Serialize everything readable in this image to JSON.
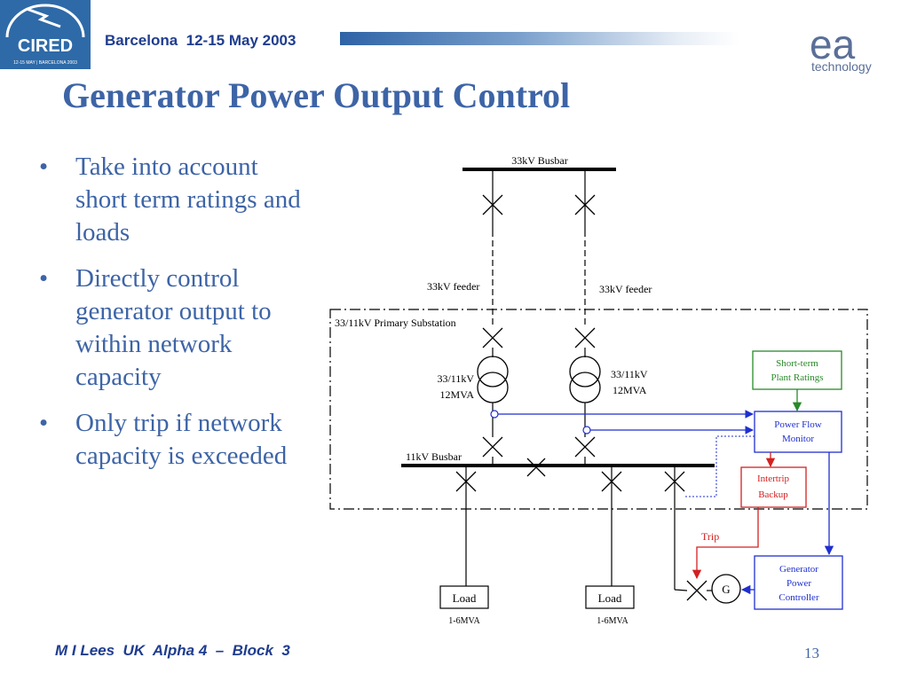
{
  "header": {
    "logo_text": "CIRED",
    "logo_subtext": "12-15 MAY | BARCELONA 2003",
    "event": "Barcelona  12-15 May 2003",
    "company_logo_text": "ea",
    "company_tagline": "technology"
  },
  "title": "Generator Power Output Control",
  "bullets": [
    "Take into account short term ratings and loads",
    "Directly control generator output to within network capacity",
    "Only trip if network capacity is exceeded"
  ],
  "bullet_glyph": "•",
  "diagram": {
    "busbar_33kv": "33kV Busbar",
    "feeder_left": "33kV feeder",
    "feeder_right": "33kV feeder",
    "substation": "33/11kV Primary Substation",
    "transformer_left_line1": "33/11kV",
    "transformer_left_line2": "12MVA",
    "transformer_right_line1": "33/11kV",
    "transformer_right_line2": "12MVA",
    "busbar_11kv": "11kV Busbar",
    "short_term_line1": "Short-term",
    "short_term_line2": "Plant Ratings",
    "power_flow_line1": "Power Flow",
    "power_flow_line2": "Monitor",
    "intertrip_line1": "Intertrip",
    "intertrip_line2": "Backup",
    "trip": "Trip",
    "generator_symbol": "G",
    "gen_ctrl_line1": "Generator",
    "gen_ctrl_line2": "Power",
    "gen_ctrl_line3": "Controller",
    "load_left": "Load",
    "load_left_rating": "1-6MVA",
    "load_right": "Load",
    "load_right_rating": "1-6MVA",
    "colors": {
      "green_box": "#2a8a2a",
      "blue_box": "#1f2fd0",
      "red_box": "#d42020"
    }
  },
  "footer": {
    "author": "M I Lees  UK  Alpha 4  –  Block  3",
    "page": "13"
  }
}
